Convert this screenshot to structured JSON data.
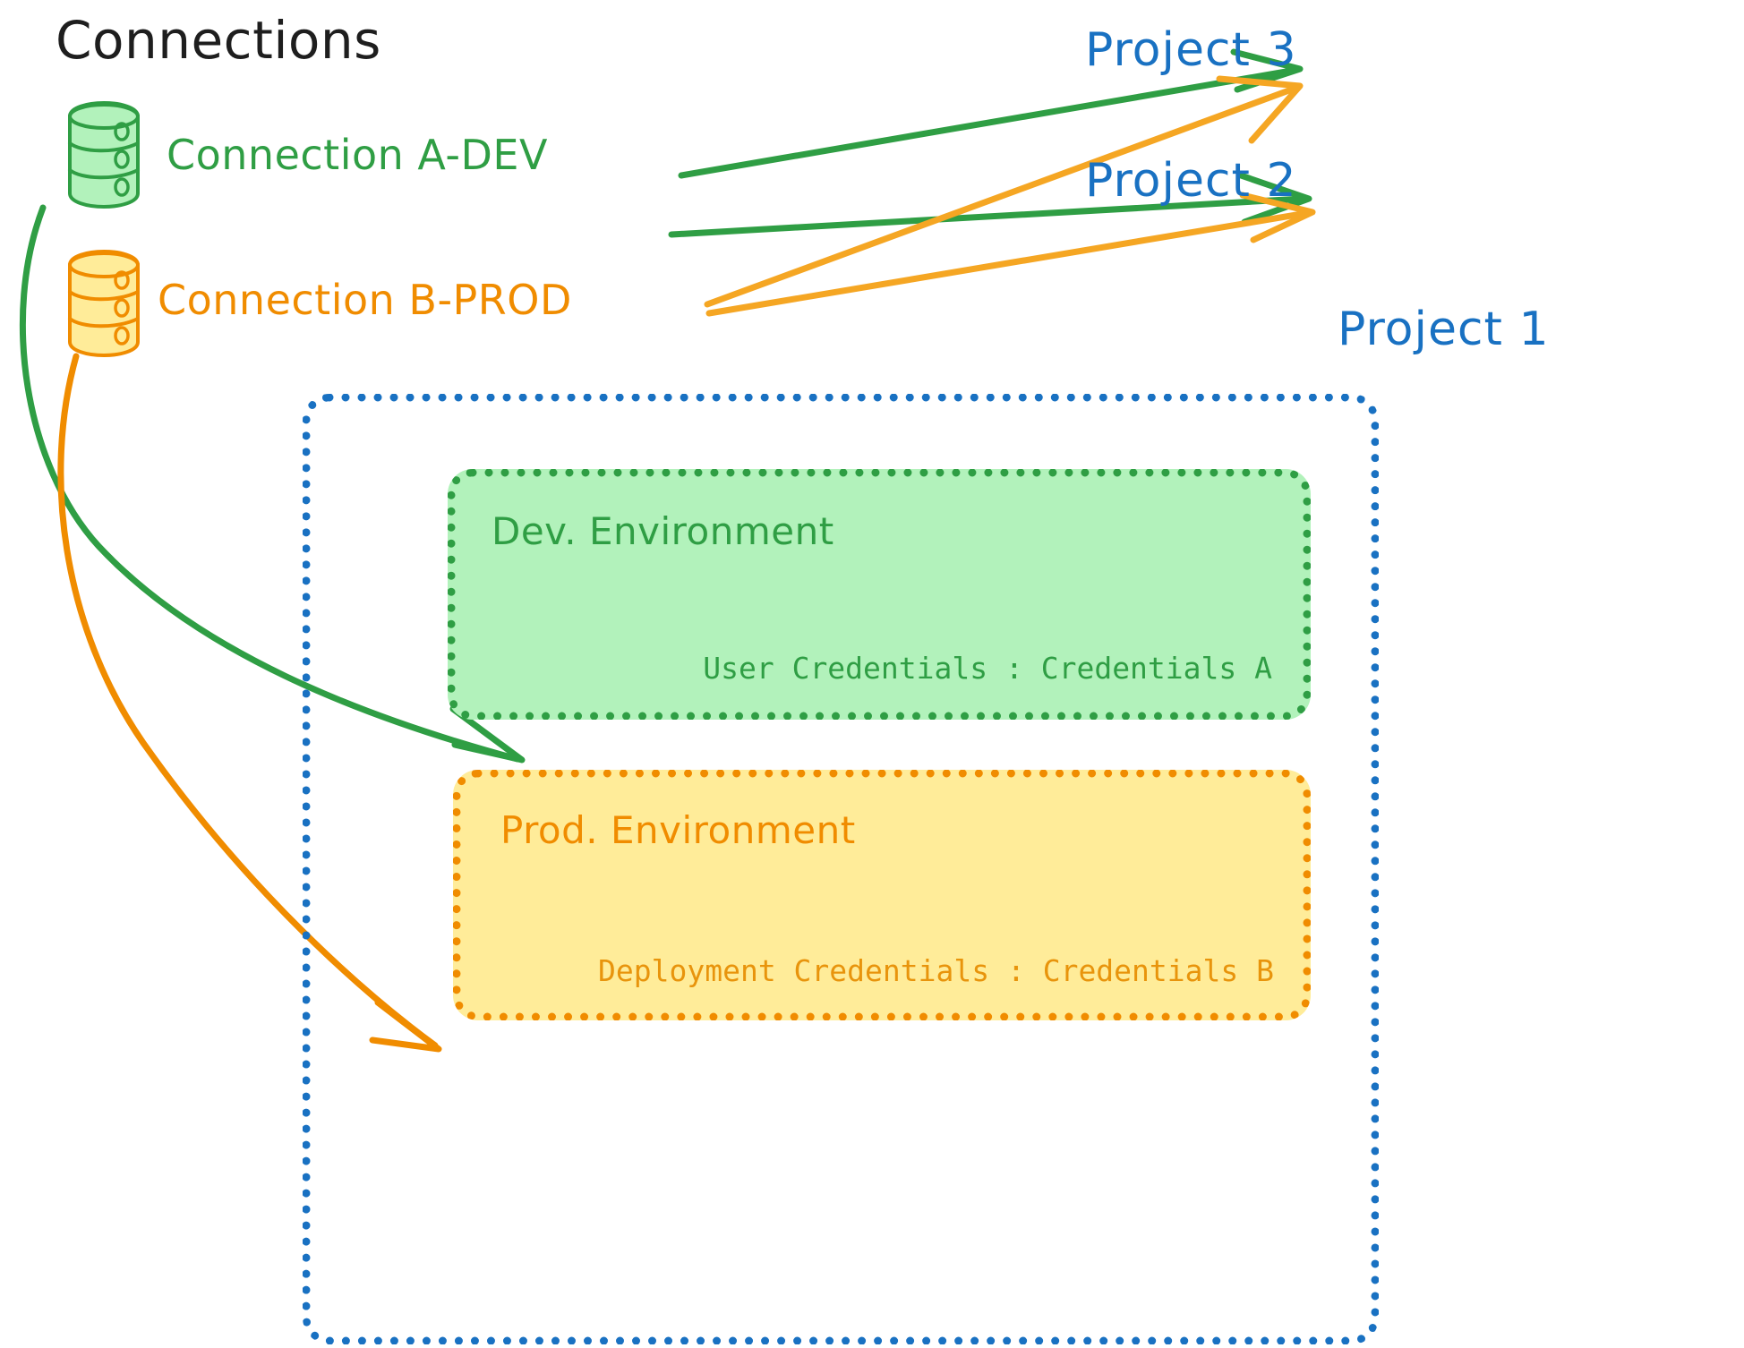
{
  "diagram": {
    "title": "Connections",
    "title_color": "#1e1e1e",
    "background": "#ffffff"
  },
  "connections": [
    {
      "id": "connection-a-dev",
      "label": "Connection A-DEV",
      "color": "#2f9e44",
      "fill": "#b2f2bb",
      "icon": "database-cylinder-icon",
      "targets": [
        "Project 3",
        "Project 2",
        "Dev. Environment"
      ]
    },
    {
      "id": "connection-b-prod",
      "label": "Connection B-PROD",
      "color": "#f08c00",
      "fill": "#ffec99",
      "icon": "database-cylinder-icon",
      "targets": [
        "Project 3",
        "Project 2",
        "Prod. Environment"
      ]
    }
  ],
  "projects": [
    {
      "id": "project-3",
      "label": "Project 3",
      "color": "#1971c2"
    },
    {
      "id": "project-2",
      "label": "Project 2",
      "color": "#1971c2"
    },
    {
      "id": "project-1",
      "label": "Project 1",
      "color": "#1971c2"
    }
  ],
  "project1_container": {
    "border_color": "#1971c2",
    "border_style": "dotted",
    "environments": [
      {
        "id": "dev-environment",
        "title": "Dev. Environment",
        "credentials_label": "User Credentials : Credentials A",
        "border_color": "#2f9e44",
        "fill_color": "#b2f2bb",
        "text_color": "#2f9e44"
      },
      {
        "id": "prod-environment",
        "title": "Prod. Environment",
        "credentials_label": "Deployment Credentials : Credentials B",
        "border_color": "#f08c00",
        "fill_color": "#ffec99",
        "text_color": "#e8940c"
      }
    ]
  },
  "arrows": [
    {
      "from": "connection-a-dev",
      "to": "project-3",
      "color": "#2f9e44"
    },
    {
      "from": "connection-a-dev",
      "to": "project-2",
      "color": "#2f9e44"
    },
    {
      "from": "connection-a-dev",
      "to": "dev-environment",
      "color": "#2f9e44"
    },
    {
      "from": "connection-b-prod",
      "to": "project-3",
      "color": "#f5a623"
    },
    {
      "from": "connection-b-prod",
      "to": "project-2",
      "color": "#f5a623"
    },
    {
      "from": "connection-b-prod",
      "to": "prod-environment",
      "color": "#f08c00"
    }
  ]
}
